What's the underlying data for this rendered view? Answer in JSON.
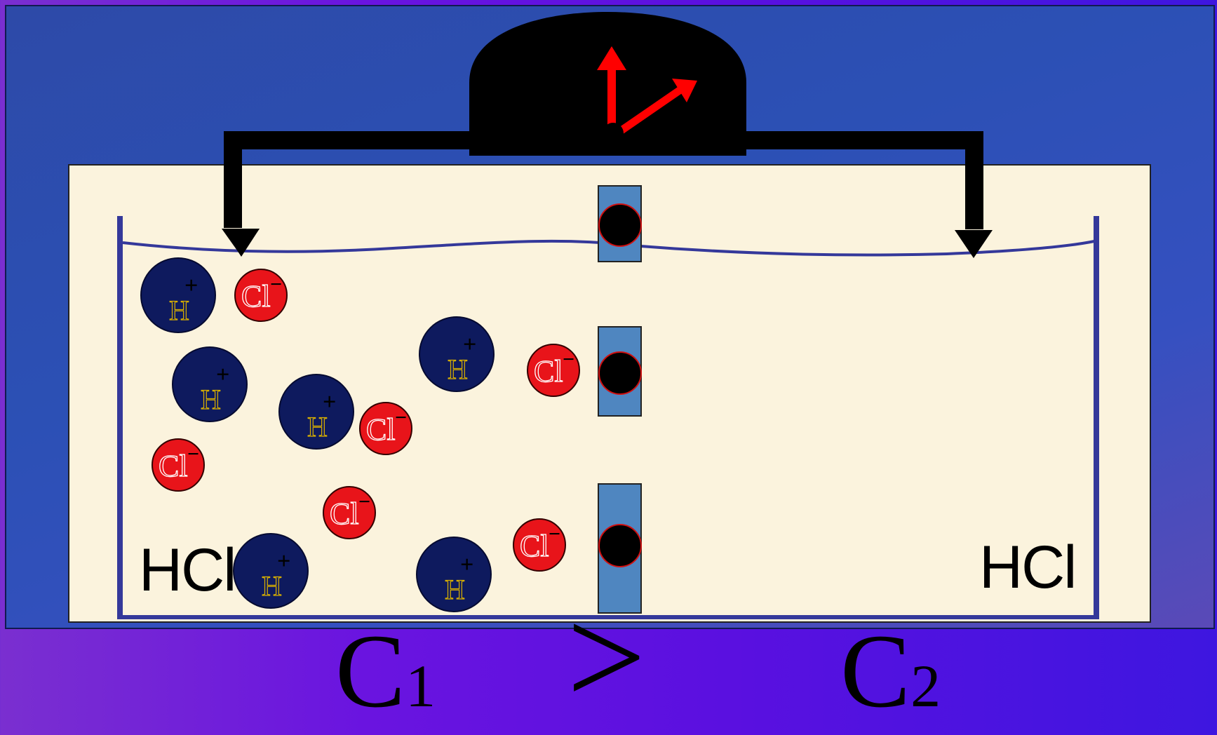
{
  "diagram": {
    "labels": {
      "left_solution": "HCl",
      "right_solution": "HCl"
    },
    "ions": {
      "cation": {
        "symbol": "H",
        "charge": "+"
      },
      "anion": {
        "symbol": "Cl",
        "charge": "−"
      }
    },
    "concentrations": {
      "left": {
        "symbol": "C",
        "subscript": "1"
      },
      "relation": ">",
      "right": {
        "symbol": "C",
        "subscript": "2"
      }
    },
    "colors": {
      "background_outer": "#6a14e0",
      "frame_fill": "#2d4aa8",
      "panel_fill": "#fbf3dd",
      "beaker_stroke": "#34389a",
      "cation_fill": "#0e1a5e",
      "anion_fill": "#e8141a",
      "membrane_fill": "#4f86c0",
      "meter_fill": "#000000",
      "needle_color": "#ff0000"
    }
  }
}
